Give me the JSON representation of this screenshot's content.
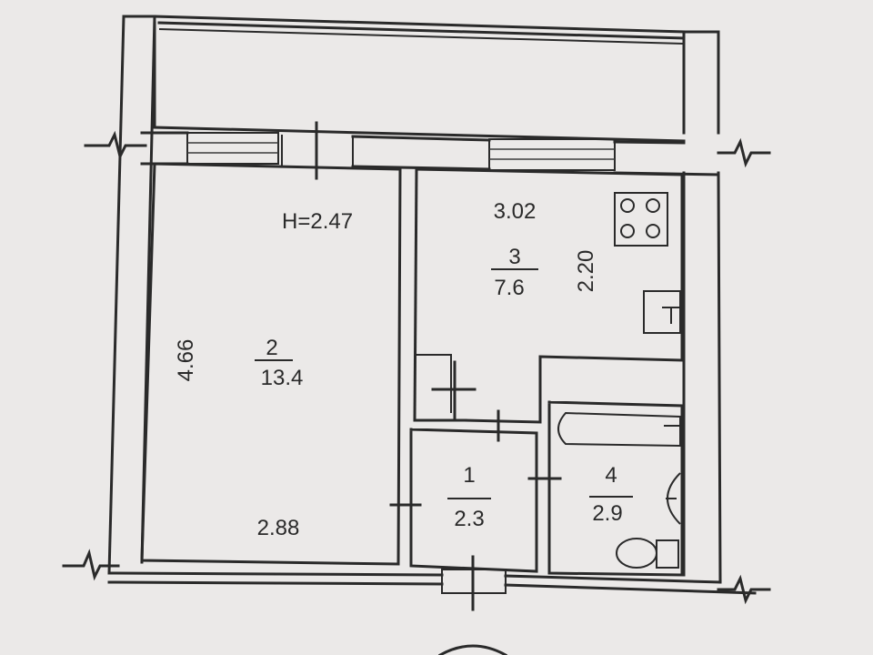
{
  "height_label": "H=2.47",
  "rooms": [
    {
      "number": "1",
      "area": "2.3"
    },
    {
      "number": "2",
      "area": "13.4"
    },
    {
      "number": "3",
      "area": "7.6"
    },
    {
      "number": "4",
      "area": "2.9"
    }
  ],
  "dimensions": {
    "room2_height": "4.66",
    "room2_width": "2.88",
    "room3_width": "3.02",
    "room3_height": "2.20"
  }
}
